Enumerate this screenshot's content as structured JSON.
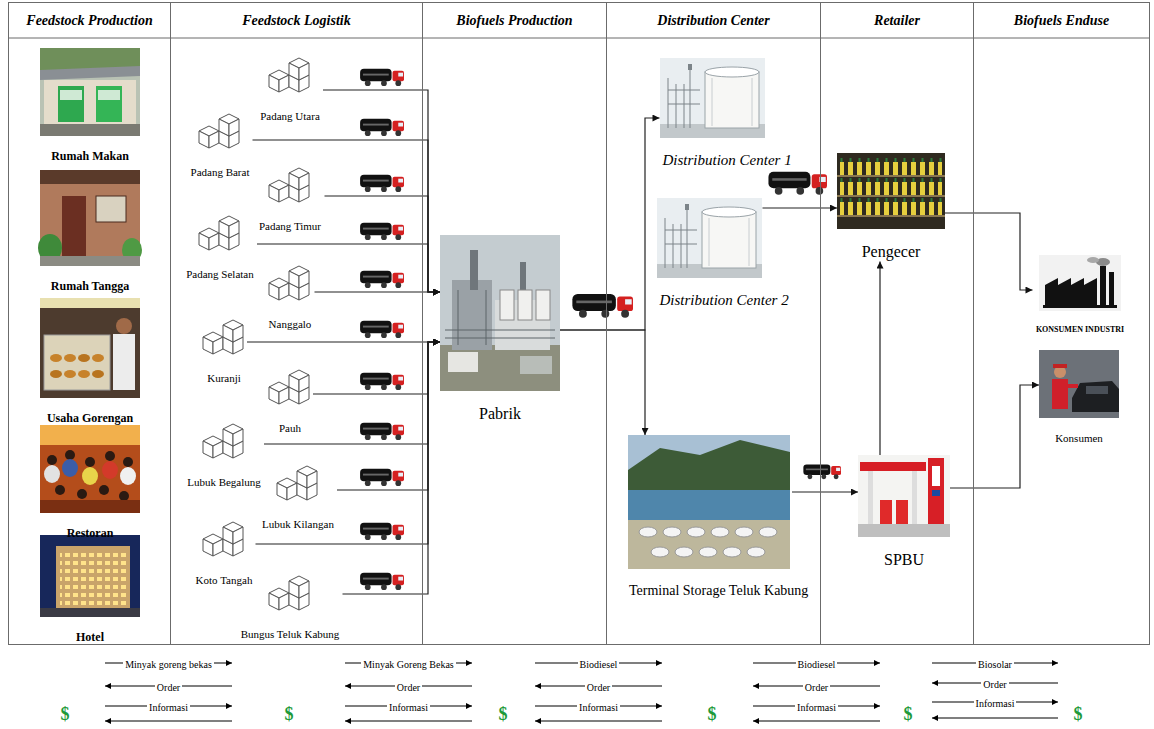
{
  "diagram": {
    "nodes": [
      {
        "text": [
          "Feedstock Production"
        ]
      },
      {
        "text": [
          "Rumah Makan"
        ],
        "in": 0
      },
      {
        "text": [
          "Rumah Tangga"
        ],
        "in": 0
      },
      {
        "text": [
          "Usaha Gorengan"
        ],
        "in": 0
      },
      {
        "text": [
          "Restoran"
        ],
        "in": 0
      },
      {
        "text": [
          "Hotel"
        ],
        "in": 0
      },
      {
        "text": [
          "Feedstock Logistik"
        ]
      },
      {
        "text": [
          "Padang Utara"
        ],
        "in": 6
      },
      {
        "text": [
          "Padang Barat"
        ],
        "in": 6
      },
      {
        "text": [
          "Padang Timur"
        ],
        "in": 6
      },
      {
        "text": [
          "Padang Selatan"
        ],
        "in": 6
      },
      {
        "text": [
          "Nanggalo"
        ],
        "in": 6
      },
      {
        "text": [
          "Kuranji"
        ],
        "in": 6
      },
      {
        "text": [
          "Pauh"
        ],
        "in": 6
      },
      {
        "text": [
          "Lubuk Begalung"
        ],
        "in": 6
      },
      {
        "text": [
          "Lubuk Kilangan"
        ],
        "in": 6
      },
      {
        "text": [
          "Koto Tangah"
        ],
        "in": 6
      },
      {
        "text": [
          "Bungus Teluk Kabung"
        ],
        "in": 6
      },
      {
        "text": [
          "Biofuels Production"
        ]
      },
      {
        "text": [
          "Pabrik"
        ],
        "in": 18
      },
      {
        "text": [
          "Distribution Center"
        ]
      },
      {
        "text": [
          "Distribution Center 1"
        ],
        "in": 20
      },
      {
        "text": [
          "Distribution Center 2"
        ],
        "in": 20
      },
      {
        "text": [
          "Terminal Storage Teluk Kabung"
        ],
        "in": 20
      },
      {
        "text": [
          "Retailer"
        ]
      },
      {
        "text": [
          "Pengecer"
        ],
        "in": 24
      },
      {
        "text": [
          "SPBU"
        ],
        "in": 24
      },
      {
        "text": [
          "Biofuels Enduse"
        ]
      },
      {
        "text": [
          "KONSUMEN INDUSTRI"
        ],
        "in": 27
      },
      {
        "text": [
          "Konsumen"
        ],
        "in": 27
      }
    ],
    "edges": [
      {
        "from": 7,
        "to": 19,
        "arrow": "to"
      },
      {
        "from": 8,
        "to": 19,
        "arrow": "to"
      },
      {
        "from": 9,
        "to": 19,
        "arrow": "to"
      },
      {
        "from": 10,
        "to": 19,
        "arrow": "to"
      },
      {
        "from": 11,
        "to": 19,
        "arrow": "to"
      },
      {
        "from": 12,
        "to": 19,
        "arrow": "to"
      },
      {
        "from": 13,
        "to": 19,
        "arrow": "to"
      },
      {
        "from": 14,
        "to": 19,
        "arrow": "to"
      },
      {
        "from": 15,
        "to": 19,
        "arrow": "to"
      },
      {
        "from": 16,
        "to": 19,
        "arrow": "to"
      },
      {
        "from": 17,
        "to": 19,
        "arrow": "to"
      },
      {
        "from": 19,
        "to": 21,
        "arrow": "to"
      },
      {
        "from": 19,
        "to": 23,
        "arrow": "to"
      },
      {
        "from": 22,
        "to": 25,
        "arrow": "to"
      },
      {
        "from": 23,
        "to": 26,
        "arrow": "to"
      },
      {
        "from": 26,
        "to": 25,
        "arrow": "to"
      },
      {
        "from": 25,
        "to": 28,
        "arrow": "to"
      },
      {
        "from": 26,
        "to": 29,
        "arrow": "to"
      }
    ],
    "labels": [
      "$",
      "Minyak goreng bekas",
      "Order",
      "Informasi",
      "$",
      "Minyak Goreng Bekas",
      "Order",
      "Informasi",
      "$",
      "Biodiesel",
      "Order",
      "Informasi",
      "$",
      "Biodiesel",
      "Order",
      "Informasi",
      "$",
      "Biosolar",
      "Order",
      "Informasi",
      "$"
    ]
  }
}
